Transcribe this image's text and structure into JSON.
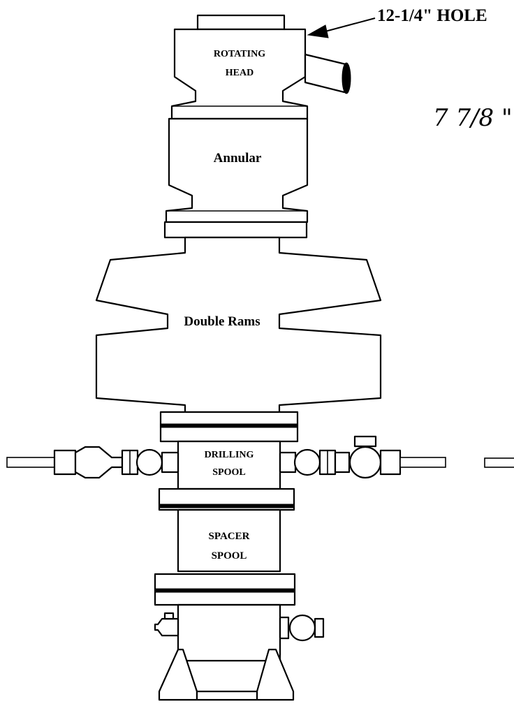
{
  "callout": {
    "hole_size": "12-1/4\" HOLE"
  },
  "handwritten_note": "7 7/8 \"",
  "components": {
    "rotating_head": {
      "line1": "ROTATING",
      "line2": "HEAD"
    },
    "annular": {
      "label": "Annular"
    },
    "double_rams": {
      "label": "Double Rams"
    },
    "drilling_spool": {
      "line1": "DRILLING",
      "line2": "SPOOL"
    },
    "spacer_spool": {
      "line1": "SPACER",
      "line2": "SPOOL"
    }
  }
}
